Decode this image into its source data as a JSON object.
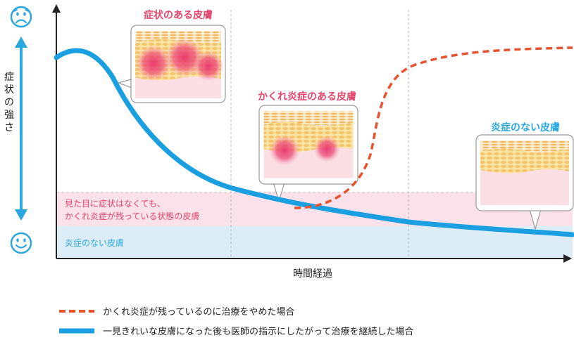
{
  "chart_data": {
    "type": "line",
    "xlabel": "時間経過",
    "ylabel": "症状の強さ",
    "bands": [
      {
        "label_lines": [
          "見た目に症状はなくても、",
          "かくれ炎症が残っている状態の皮膚"
        ],
        "color": "#fbe2ea"
      },
      {
        "label_lines": [
          "炎症のない皮膚"
        ],
        "color": "#dcedf8"
      }
    ],
    "stages": [
      {
        "title": "症状のある皮膚",
        "title_color": "#e5456d"
      },
      {
        "title": "かくれ炎症のある皮膚",
        "title_color": "#e5456d"
      },
      {
        "title": "炎症のない皮膚",
        "title_color": "#2aa7e0"
      }
    ],
    "series": [
      {
        "name": "かくれ炎症が残っているのに治療をやめた場合",
        "style": "dashed",
        "color": "#e8532f"
      },
      {
        "name": "一見きれいな皮膚になった後も医師の指示にしたがって治療を継続した場合",
        "style": "solid",
        "color": "#1a9fe0"
      }
    ],
    "icons": {
      "top": "sad-face-icon",
      "bottom": "smile-face-icon"
    },
    "accent_color": "#2aa7e0"
  }
}
